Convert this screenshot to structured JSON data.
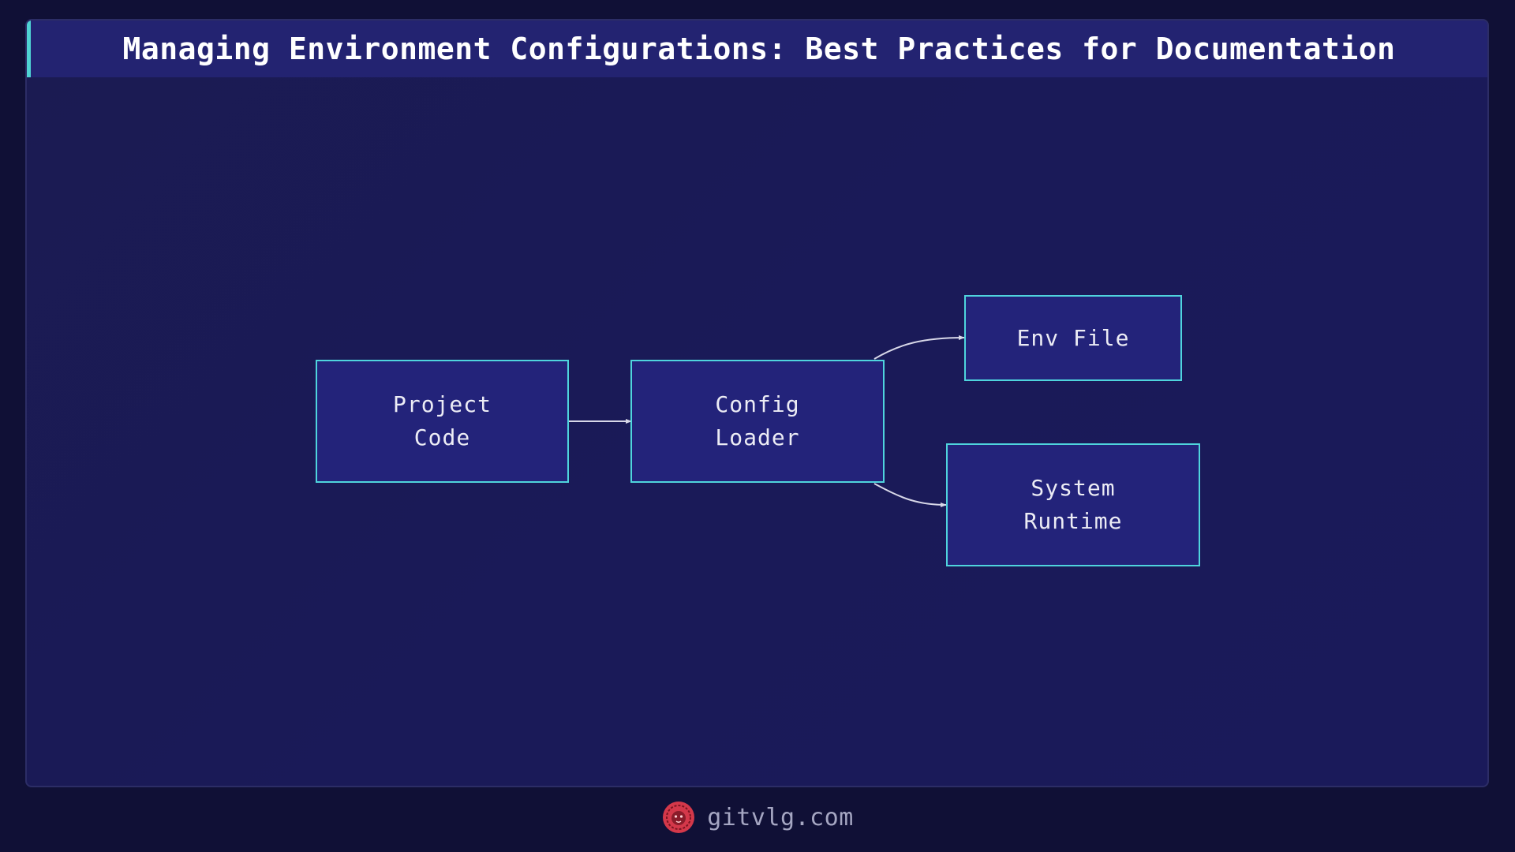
{
  "header": {
    "title": "Managing Environment Configurations: Best Practices for Documentation"
  },
  "diagram": {
    "nodes": [
      {
        "id": "project-code",
        "label": "Project\nCode"
      },
      {
        "id": "config-loader",
        "label": "Config\nLoader"
      },
      {
        "id": "env-file",
        "label": "Env File"
      },
      {
        "id": "system-runtime",
        "label": "System\nRuntime"
      }
    ],
    "edges": [
      {
        "from": "project-code",
        "to": "config-loader"
      },
      {
        "from": "config-loader",
        "to": "env-file"
      },
      {
        "from": "config-loader",
        "to": "system-runtime"
      }
    ]
  },
  "footer": {
    "site": "gitvlg.com",
    "logo_icon": "lion-head-icon"
  },
  "colors": {
    "background": "#101036",
    "node_fill": "#23237a",
    "node_border": "#4fd4dd",
    "accent": "#4fd4d4",
    "logo": "#d4384a"
  }
}
